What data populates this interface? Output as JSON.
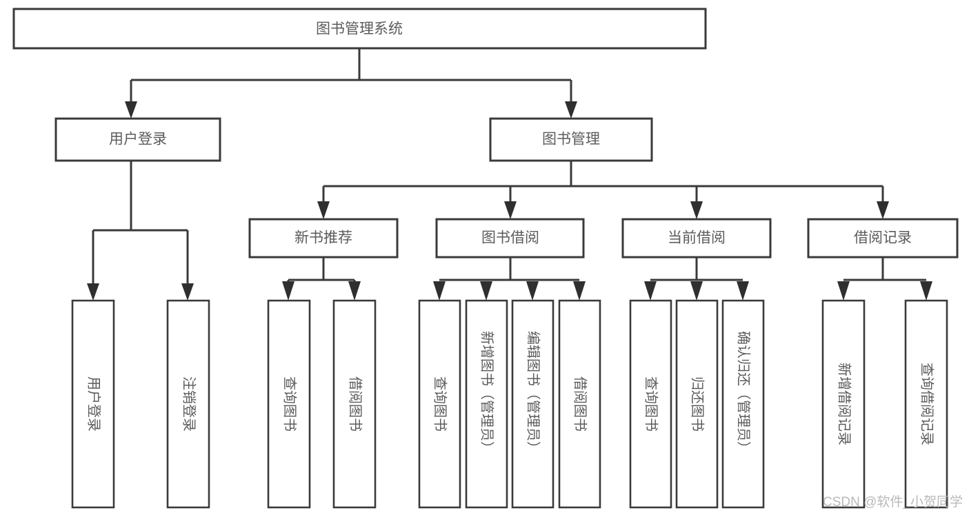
{
  "diagram": {
    "title": "图书管理系统",
    "type": "hierarchy-tree",
    "orientation": "top-down",
    "colors": {
      "box_stroke": "#3a3a3a",
      "box_fill": "#ffffff",
      "label_text": "#5b5b5b",
      "connector": "#3a3a3a",
      "watermark": "#b9b9b9",
      "background": "#ffffff"
    },
    "root": {
      "label": "图书管理系统"
    },
    "level2": [
      {
        "label": "用户登录"
      },
      {
        "label": "图书管理"
      }
    ],
    "level3": [
      {
        "label": "新书推荐"
      },
      {
        "label": "图书借阅"
      },
      {
        "label": "当前借阅"
      },
      {
        "label": "借阅记录"
      }
    ],
    "leaves": {
      "user_login": [
        {
          "label": "用户登录"
        },
        {
          "label": "注销登录"
        }
      ],
      "new_book_recommend": [
        {
          "label": "查询图书"
        },
        {
          "label": "借阅图书"
        }
      ],
      "book_borrow": [
        {
          "label": "查询图书"
        },
        {
          "label": "新增图书（管理员）"
        },
        {
          "label": "编辑图书（管理员）"
        },
        {
          "label": "借阅图书"
        }
      ],
      "current_borrow": [
        {
          "label": "查询图书"
        },
        {
          "label": "归还图书"
        },
        {
          "label": "确认归还（管理员）"
        }
      ],
      "borrow_record": [
        {
          "label": "新增借阅记录"
        },
        {
          "label": "查询借阅记录"
        }
      ]
    }
  },
  "watermark": {
    "text": "CSDN @软件_小贺同学"
  }
}
